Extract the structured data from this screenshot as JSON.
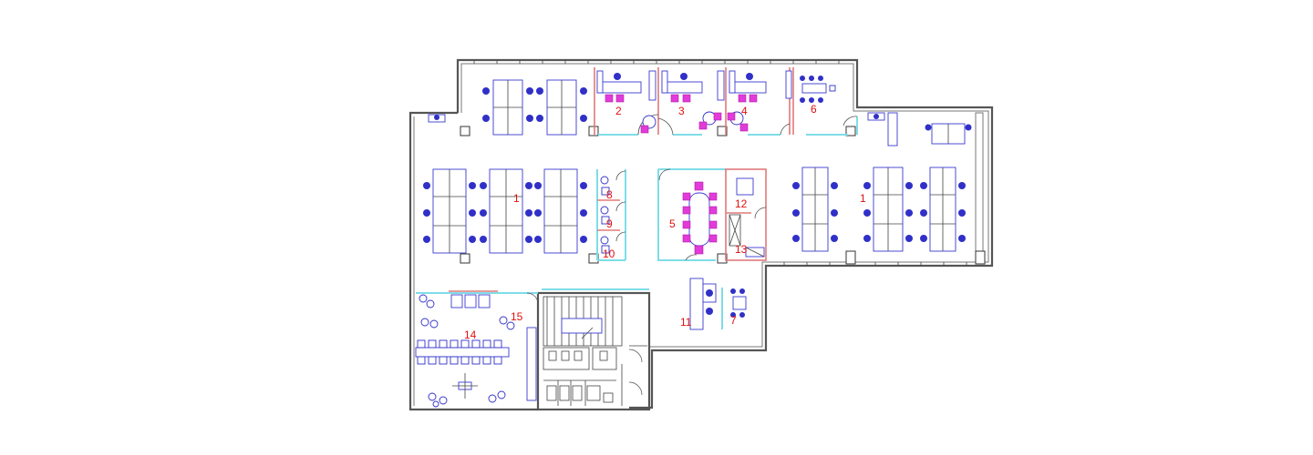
{
  "room_labels": {
    "workstations_left": "1",
    "workstations_right": "1",
    "office_a": "2",
    "office_b": "3",
    "office_c": "4",
    "conference": "5",
    "office_d": "6",
    "meeting_small": "7",
    "phone_booth_a": "8",
    "phone_booth_b": "9",
    "phone_booth_c": "10",
    "reception": "11",
    "server_room": "12",
    "storage": "13",
    "lounge": "14",
    "corridor": "15"
  },
  "colors": {
    "wall": "#555555",
    "glass_partition": "#7fdde8",
    "solid_partition": "#e07a7a",
    "furniture_blue": "#3030c8",
    "furniture_magenta": "#e23bd9",
    "label_red": "#e01010"
  }
}
